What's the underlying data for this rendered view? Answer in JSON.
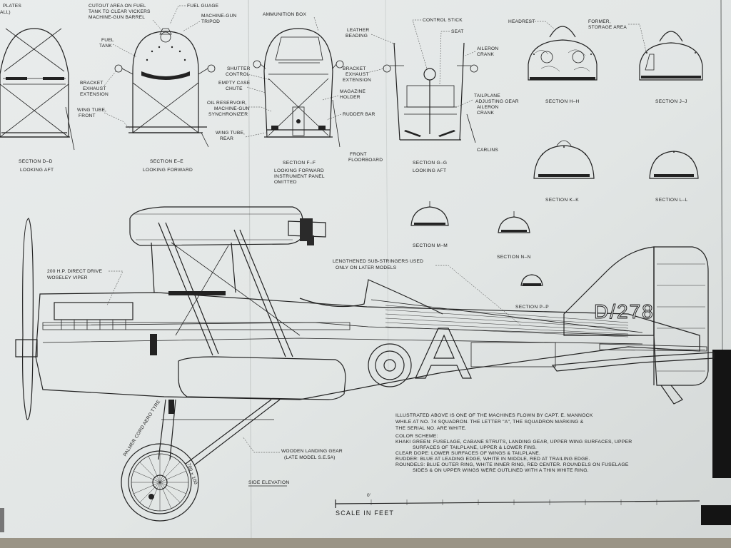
{
  "section_labels": [
    {
      "key": "dd",
      "title": "SECTION D–D",
      "sub": "LOOKING AFT"
    },
    {
      "key": "ee",
      "title": "SECTION E–E",
      "sub": "LOOKING FORWARD"
    },
    {
      "key": "ff",
      "title": "SECTION F–F",
      "sub": "LOOKING FORWARD",
      "sub2": "INSTRUMENT PANEL",
      "sub3": "OMITTED"
    },
    {
      "key": "gg",
      "title": "SECTION G–G",
      "sub": "LOOKING AFT"
    },
    {
      "key": "hh",
      "title": "SECTION H–H"
    },
    {
      "key": "jj",
      "title": "SECTION J–J"
    },
    {
      "key": "kk",
      "title": "SECTION K–K"
    },
    {
      "key": "ll",
      "title": "SECTION L–L"
    },
    {
      "key": "mm",
      "title": "SECTION M–M"
    },
    {
      "key": "nn",
      "title": "SECTION N–N"
    },
    {
      "key": "pp",
      "title": "SECTION P–P"
    }
  ],
  "callouts": {
    "plates": "PLATES",
    "plates_cut": "ALL)",
    "cutout_1": "CUTOUT AREA ON FUEL",
    "cutout_2": "TANK TO CLEAR VICKERS",
    "cutout_3": "MACHINE-GUN BARREL",
    "fuel_gauge": "FUEL GUAGE",
    "mg_tripod_1": "MACHINE-GUN",
    "mg_tripod_2": "TRIPOD",
    "ammo_box": "AMMUNITION BOX",
    "fuel_tank_1": "FUEL",
    "fuel_tank_2": "TANK",
    "bracket_1": "BRACKET",
    "bracket_2": "EXHAUST",
    "bracket_3": "EXTENSION",
    "wing_tube_front_1": "WING TUBE,",
    "wing_tube_front_2": "FRONT",
    "shutter_1": "SHUTTER",
    "shutter_2": "CONTROL",
    "empty_case_1": "EMPTY CASE",
    "empty_case_2": "CHUTE",
    "oil_1": "OIL RESERVOIR,",
    "oil_2": "MACHINE-GUN",
    "oil_3": "SYNCHRONIZER",
    "wing_tube_rear_1": "WING TUBE,",
    "wing_tube_rear_2": "REAR",
    "leather_1": "LEATHER",
    "leather_2": "BEADING",
    "control_stick": "CONTROL STICK",
    "seat": "SEAT",
    "bracket_r_1": "BRACKET",
    "bracket_r_2": "EXHAUST",
    "bracket_r_3": "EXTENSION",
    "aileron_1": "AILERON",
    "aileron_2": "CRANK",
    "magazine_1": "MAGAZINE",
    "magazine_2": "HOLDER",
    "tailplane_1": "TAILPLANE",
    "tailplane_2": "ADJUSTING GEAR",
    "rudder_bar": "RUDDER BAR",
    "front_floor_1": "FRONT",
    "front_floor_2": "FLOORBOARD",
    "headrest": "HEADREST",
    "former_1": "FORMER,",
    "former_2": "STORAGE AREA",
    "carlins": "CARLINS",
    "engine_1": "200 H.P. DIRECT DRIVE",
    "engine_2": "WOSELEY VIPER",
    "stringers_1": "LENGTHENED SUB-STRINGERS USED",
    "stringers_2": "ONLY ON LATER MODELS",
    "landing_1": "WOODEN LANDING GEAR",
    "landing_2": "(LATE MODEL S.E.5A)",
    "side_elevation": "SIDE ELEVATION",
    "tyre_1": "PALMER CORD AERO TYRE",
    "tyre_2": "700 × 100",
    "scale_zero": "0'",
    "scale_title": "SCALE IN FEET"
  },
  "markings": {
    "serial": "D/278",
    "letter": "A"
  },
  "notes": [
    "ILLUSTRATED ABOVE IS ONE OF THE MACHINES FLOWN BY CAPT. E. MANNOCK",
    "WHILE AT NO. 74 SQUADRON.  THE LETTER \"A\", THE SQUADRON MARKING &",
    "THE SERIAL NO. ARE WHITE.",
    "",
    "COLOR SCHEME:",
    "KHAKI GREEN: FUSELAGE, CABANE STRUTS, LANDING GEAR, UPPER WING SURFACES, UPPER",
    "        SURFACES OF TAILPLANE, UPPER & LOWER FINS.",
    "CLEAR DOPE: LOWER SURFACES OF WINGS & TAILPLANE.",
    "RUDDER: BLUE AT LEADING EDGE, WHITE IN MIDDLE, RED AT TRAILING EDGE.",
    "ROUNDELS: BLUE OUTER RING, WHITE INNER RING, RED CENTER.  ROUNDELS ON FUSELAGE",
    "        SIDES & ON UPPER WINGS WERE OUTLINED WITH A THIN WHITE RING."
  ],
  "colors": {
    "paper": "#e6e9e8",
    "ink": "#222222",
    "floor": "#9a9486"
  }
}
